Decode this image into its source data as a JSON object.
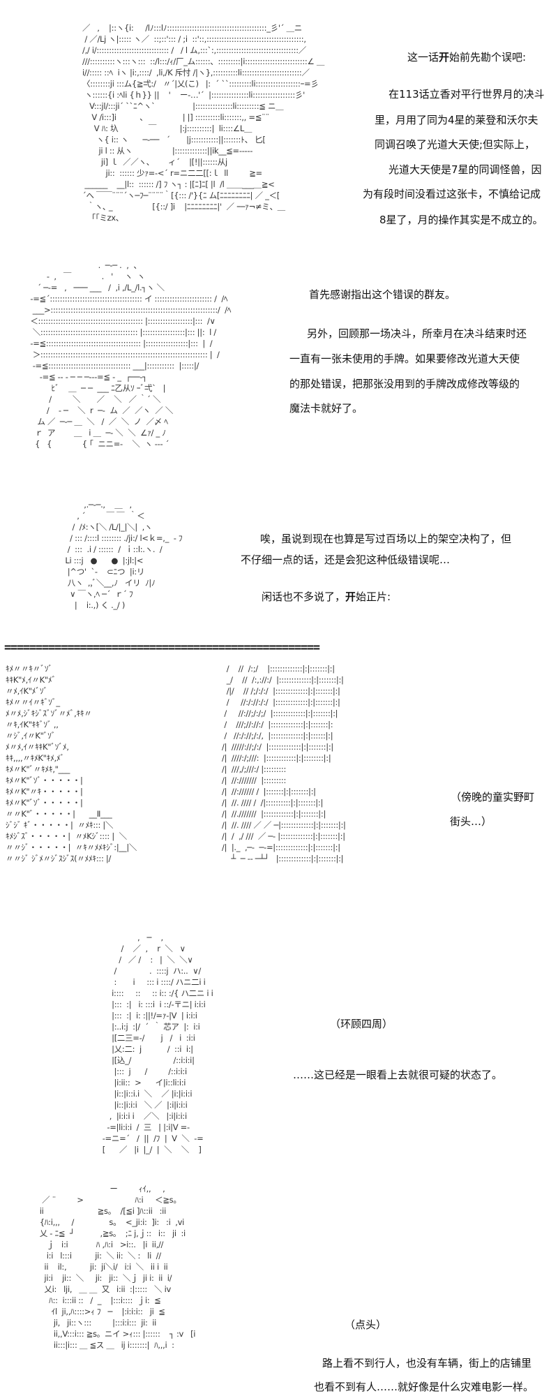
{
  "panel1": {
    "art": [
      "／   ,    |::ヽ{i:     /lﾉ:::lﾉ::::::::::::::::::::::::::::::::::::::::_彡'´ ＿ニ",
      " / ／/Lj ヽ|::::: ヽ／  ::;::'::: / ;i  ::'::,:::::::::::::::::::::::::::::::::::::::,",
      "/,/ i/::::::::::::::::::::::::::::: /   / l ム,:::`:,:::::::::::::::::::::::::::::::::／",
      "///::::::::::ヽ:::ヽ:::  ::/l:::/ｨ/厂_ム::::::、:::::::::|i:::::::::::::::::::::::::∠ ＿",
      "i//::::: ::ﾍ  iヽ |i:,::::/  ,li,/K 斥忖 /|ヽ},::::::::::li::::::::::::::::::::::::／",
      "〈::::::::ji :::ム{≧弌:/   〃´|乂(こ)   |:  ´ ``:::::::::li::::::::::::::::::ｰ=彡",
      " ヽ::::::{i :ﾍli {ｈ}} ||    '    ー‐…'´  |:::::::::::::::li:::::::::::::::::彡'",
      "   V:::jl/:::ji´ ``ﾆ^ヽ`                |:::::::::::::::li:::::::::≦ ニ＿",
      "    V /i:::]i          、               | |] ::::::::::li:::::::,, =≦¨¨",
      "     V ﾊ: 圦             ￣          |:j::::::::::|  li::::∠L＿",
      "      ヽ{ i:: ヽ      ─‐──   ´       |j:::::::::::||:::::::ﾄ、 匕[",
      "       ji l :: 从ヽ                 |:::::::::::::||ik__≦=-‐‐‐-",
      "        ji] ｌ  ／／ヽ、      ィ´    |[!||::::::从j",
      "          ji::  :::::: 少ｧ=‐<´ r=ニ二二[[:ｌ  ll         ≧= ",
      " ______    __|l::  :::::: /] ﾌ ヽ┐ : |[ﾆ]ﾆ[ |l  /l ＿＿___＿≧<",
      "´へ ￣￣¨¨¨´ヽ─ﾌ─¨¨¨¨｀[{::: /'}{ﾆ ム[ﾆﾆﾆﾆﾆﾆﾆﾆ| ／ _＜[",
      "  ｀ヽ､ _                 [{::/ ]i    |ﾆﾆﾆﾆﾆﾆﾆﾆ|'  ／ ｰ─ｧ¬≠ミ、＿",
      "    ｢｢ミzx、                                                    "
    ],
    "lines": [
      {
        "pre": "这一话",
        "bold": "开",
        "post": "始前先勘个误吧:"
      },
      "在113话立香对平行世界月的决斗",
      "里，月用了同为4星的莱登和沃尔夫",
      "同调召唤了光道大天使;但实际上，",
      "光道大天使是7星的同调怪兽，因",
      "为有段时间没看过这张卡，不慎给记成",
      "8星了，月的操作其实是不成立的。"
    ]
  },
  "panel2": {
    "art": [
      "                              .  ─‐─ .  ,  、",
      "        ‐  ,   ￣             .   '     ヽ  ヽ",
      "    ´ ─-=   ,   ─── ___   /  ,i ,/L_/l.┐ヽ ＼",
      " -=≦´::::::::::::::::::::::::::::::::::::: イ ::::::::::::::::::::::: /  /ﾍ",
      "  ___>:::::::::::::::::::::::::::::::::::::::::::::::::::::::::::::::::::/  /ﾍ",
      " ＜:::::::::::::::::::::::::::::::::::::::::: |::::::::::::::::::|:::  /∨",
      "  ＼::::::::::::::::::::::::::::::::::::::: |:::::::::::::::::|::: ||:  l /",
      " -=≦:::::::::::::::::::::::::::::::::::::: |:::::::::::::::::|:::  |  /",
      "  ＞::::::::::::::::::::::::::::::::::::::::::::::::::::::::::::::::::: |  /",
      "  -=≦::::::::::::::::::::::::::::::::: ___|:::::::::::  |:::::|/",
      "     -=≦ -‐ - ─ ─ ─‐‐-=≦ ‐ _  ┌──‐┐",
      "          ﾋﾞ    ＿  ─ ─  ___ ﾆ乙从ｿ ｰﾞ弌`   |",
      "         /         ＼       ／    ＼   ／ ｀´ ＼",
      "        /    ‐ ─    ＼  r  ─‐  ム  ／  ／ヽ  ／ ＼",
      "    ム ／  ─‐─ ＿  ＼   /  ／  ＼  ノ  ／〆 ﾍ",
      "   ｒ  ア        ＿   i ＿  ─‐ ＼  ＼  ∠ｧ/ _ ﾉ",
      "   {   {             { ｢  ニニ=-    ＼  ヽ ‐-‐ ´"
    ],
    "lines": [
      "首先感谢指出这个错误的群友。",
      "另外，回顾那一场决斗，所幸月在决斗结束时还",
      "一直有一张未使用的手牌。如果要修改光道大天使",
      "的那处错误，把那张没用到的手牌改成修改等级的",
      "魔法卡就好了。"
    ]
  },
  "panel3": {
    "art": [
      "            ,.─‐─.,    ＿   ,",
      "         , ´         ￣ ￣  ｀＜",
      "       /  /ﾒ:ヽ[＼ /L/|_|＼|  ,ヽ",
      "      / ::: /::::l :::::::: ./ji:/ l<ｋ=,_  ‐ ﾌ",
      "     /  :::  .i / ::::::  /  ｉ::l:.ヽ.  /",
      "    Li :::j   ●      ●  |:jl:|< ",
      "     |^つ'  `-    ⊂ﾆつ  |i:リ",
      "     八ヽ  ,,ﾞ＼__,ﾉ   イリ  ﾉ|ﾉ",
      "      ∨ ￣ヽ,ﾍ ─´  ｒ´ ﾌ",
      "        |    i:.,) く ._/ ) "
    ],
    "lines": [
      "唉，虽说到现在也算是写过百场以上的架空决构了，但",
      "不仔细一点的话，还是会犯这种低级错误呢…",
      {
        "pre": "闲话也不多说了，",
        "bold": "开",
        "post": "始正片:"
      }
    ]
  },
  "separator": "==================================================",
  "panel4": {
    "art_left": [
      "ｷﾒ〃〃ｷ〃ﾞｿﾞ",
      "ｷｷK\"ﾒ,ｲ〃K\"ﾒﾞ",
      "〃ﾒ,ｲK\"ﾒﾞｿﾞ",
      "ｷﾒ〃〃ｲ〃ｷﾞｿﾞ_",
      "ﾒ〃ﾒ,ｼﾞｷｼﾞｽﾞｿﾞ〃ﾒﾞ,ｷｷ〃",
      "〃ｷ,ｲK\"ｷｷﾞｿﾞ ,,",
      "〃ｼﾞ,ｲ〃K\"ﾞｿﾞ",
      "ﾒ〃ﾒ,ｲ〃ｷｷK\"ﾞｿﾞﾒ,",
      "ｷｷ,,,,〃ｷﾒK\"ｷﾒ,ﾒﾞ",
      "ｷﾒ〃K\"ﾞ〃ｷﾒｷ,\"___",
      "ｷﾒ〃K\"ﾞｿﾞ・・・・・|",
      "ｷﾒ〃K\"〃ｷ・・・・・|",
      "ｷﾒ〃K\"ﾞｿﾞ・・・・・|",
      "〃〃K\"ﾞ・・・・・|      __Ⅱ___",
      "ｼﾞｼﾞ ｷﾞ・・・・・|  〃ﾒｷ::: |＼",
      "ｷﾒｼﾞｽﾞ・・・・・|  〃ﾒKｼﾞ:::: |  ＼",
      "〃〃ｼﾞ・・・・・|  〃ｷ〃ﾒﾒｷｼﾞ:|__|＼",
      "〃〃ｼﾞ ｼﾞﾒ〃ｼﾞｽｼﾞｽ(〃ﾒﾒｷ::: |/"
    ],
    "art_right": [
      "  /    //  /:;/    |:::::::::::::|:|:::::::|:|",
      "  _/    //  /:,://:/  |:::::::::::::|:|:::::::|:|",
      "  /|/    // /;/:/:/  |:::::::::::::|:|:::::::|:|",
      "  /     //:/://:/:/  |:::::::::::::|:|:::::::|:|",
      " /     //://;/:/;/  |:::::::::::::|:|:::::::|:|",
      " /    ///;//://:/  |:::::::::::::|:|:::::::|:",
      " /   //:/://;/:/,  |:::::::::::::|:|::::::|:|",
      "/|  /////://;/:/  |:::::::::::::|:|:::::::|:|",
      "/|  ////:/;///:  |::::::::::::|:|::::::::|:|",
      "/|  ///,/;///:/ |:::::::::",
      "/|  //:///////  |:::::::::",
      "/|  //:////// /  |:::::::|:|:::::::|:|",
      "/|  //. //// /  /|::::::::::|:|:::::::|:|",
      "/|  //.///////  |::::::::::::|:|:::::::|:|",
      "/|  //. //// ／ ／ ─|:::::::::::::|:|:::::::|:|",
      "/|  /  ,/ ///  ／ ─‐ |:::::::::::::|:|:::::::|:|",
      "/|  |._  ,─‐  ─‐=|:::::::::::::|:|:::::::|:|",
      "    ┴  ─ ‐‐ ─┴┘   |:::::::::::::|:|:::::::|:|"
    ],
    "lines": [
      "（傍晚的童实野町",
      "街头…）"
    ]
  },
  "panel5": {
    "art": [
      "                 ,   ─    ,",
      "          /    ／  ,    r  ＼   ∨",
      "         /   ／ /    :   |  ＼  ＼∨",
      "       /              .  ::::j  ハ:..  ∨/",
      "       :       i     ::: i ::::/ ハニ二i i",
      "      i::::     ::     :: i:: :/{ ハ二ニ i i",
      "      |:::  :|   i: :::i  i ::/-〒ニ| i:i:i",
      "      |:::  :|  i: :||!/=ｧ-|V  | i:i:i",
      "      |:..i:j  :|/  ´  ｀ 芯ア  |:  i:i",
      "      |[二三=-/       j   /   i  :i:i",
      "      |乂:二:  j           /  ::i  i:|",
      "      |[込_/                  /::i:i:i|",
      "       |:::  j      /         /::i:i:i",
      "       |i:ii::  >      イ|i::li:i:i",
      "       |i::|i::i.i  ＼    ／ |i:|i:i:i",
      "       |i::|i:i:i   ＼ ／  |:i|i:i:i",
      "     ,  |i:i:i i    ／＼   |:i|i:i:i",
      "    -=|li:i:i  /  三   | |:i|V =-",
      "  ‐=ニ=´   /  ||  /ﾌ  |  V  ＼  ‐=",
      "  [      ／   |i  |_/  |  ＼    ＼    ]"
    ],
    "lines": [
      "（环顾四周）",
      "……这已经是一眼看上去就很可疑的状态了。"
    ]
  },
  "panel6": {
    "art": [
      "                                ー         ｨｲ,,     ,",
      "   ／ ¨         >                      ﾊ:i     ＜≧s。",
      "  ii                       ≧s。  /[≦i ]ﾊ::ii   :ii",
      "  {ﾊ:i,,,     /               s。  <_ji:i:  ]i:   :i  ,vi",
      "  乂 ‐ ﾆ≦  ┘           ,≧s。  ;ﾆ j,ｊ::   i::   ji  :i",
      "     ｊ   i:i            ﾊ ,ﾊ:i   >i::.   |i  ii,//",
      "     i:i   l:::i          ji:  ＼ ii:  ＼ :   li  //",
      "    ii    il:,          ji:  ji＼i/   i:i  ＼   ii i  ii",
      "    ji:i    ji::  ＼     ji:   ji::  ＼ｊ  ji i:  ii  i/",
      "    乂i:   lji,   ＿ ＿  又   i:ii  :|:::::   ＼ iv",
      "      ﾊ::  i:::ii ::   /  _    |:::i::::  ｊi:  ≦",
      "       ｲl  ji,,ﾊ::::>ｨ ﾌ   ─    |:i:i:i::   ji  ≦",
      "        ji,   ji::ヽ:::         |:::i:i:::  ji:  ii",
      "        ii,,V:::i::: ≧s。ニイ >ｨ::: |::::::    ┐ :v   [i",
      "        ii:::|i::: ＿ ≦ス ＿   ij i:::::::|  ﾊ,,,i  :"
    ],
    "lines": [
      "（点头）",
      "路上看不到行人，也没有车辆，街上的店铺里",
      "也看不到有人……就好像是什么灾难电影一样。"
    ]
  }
}
